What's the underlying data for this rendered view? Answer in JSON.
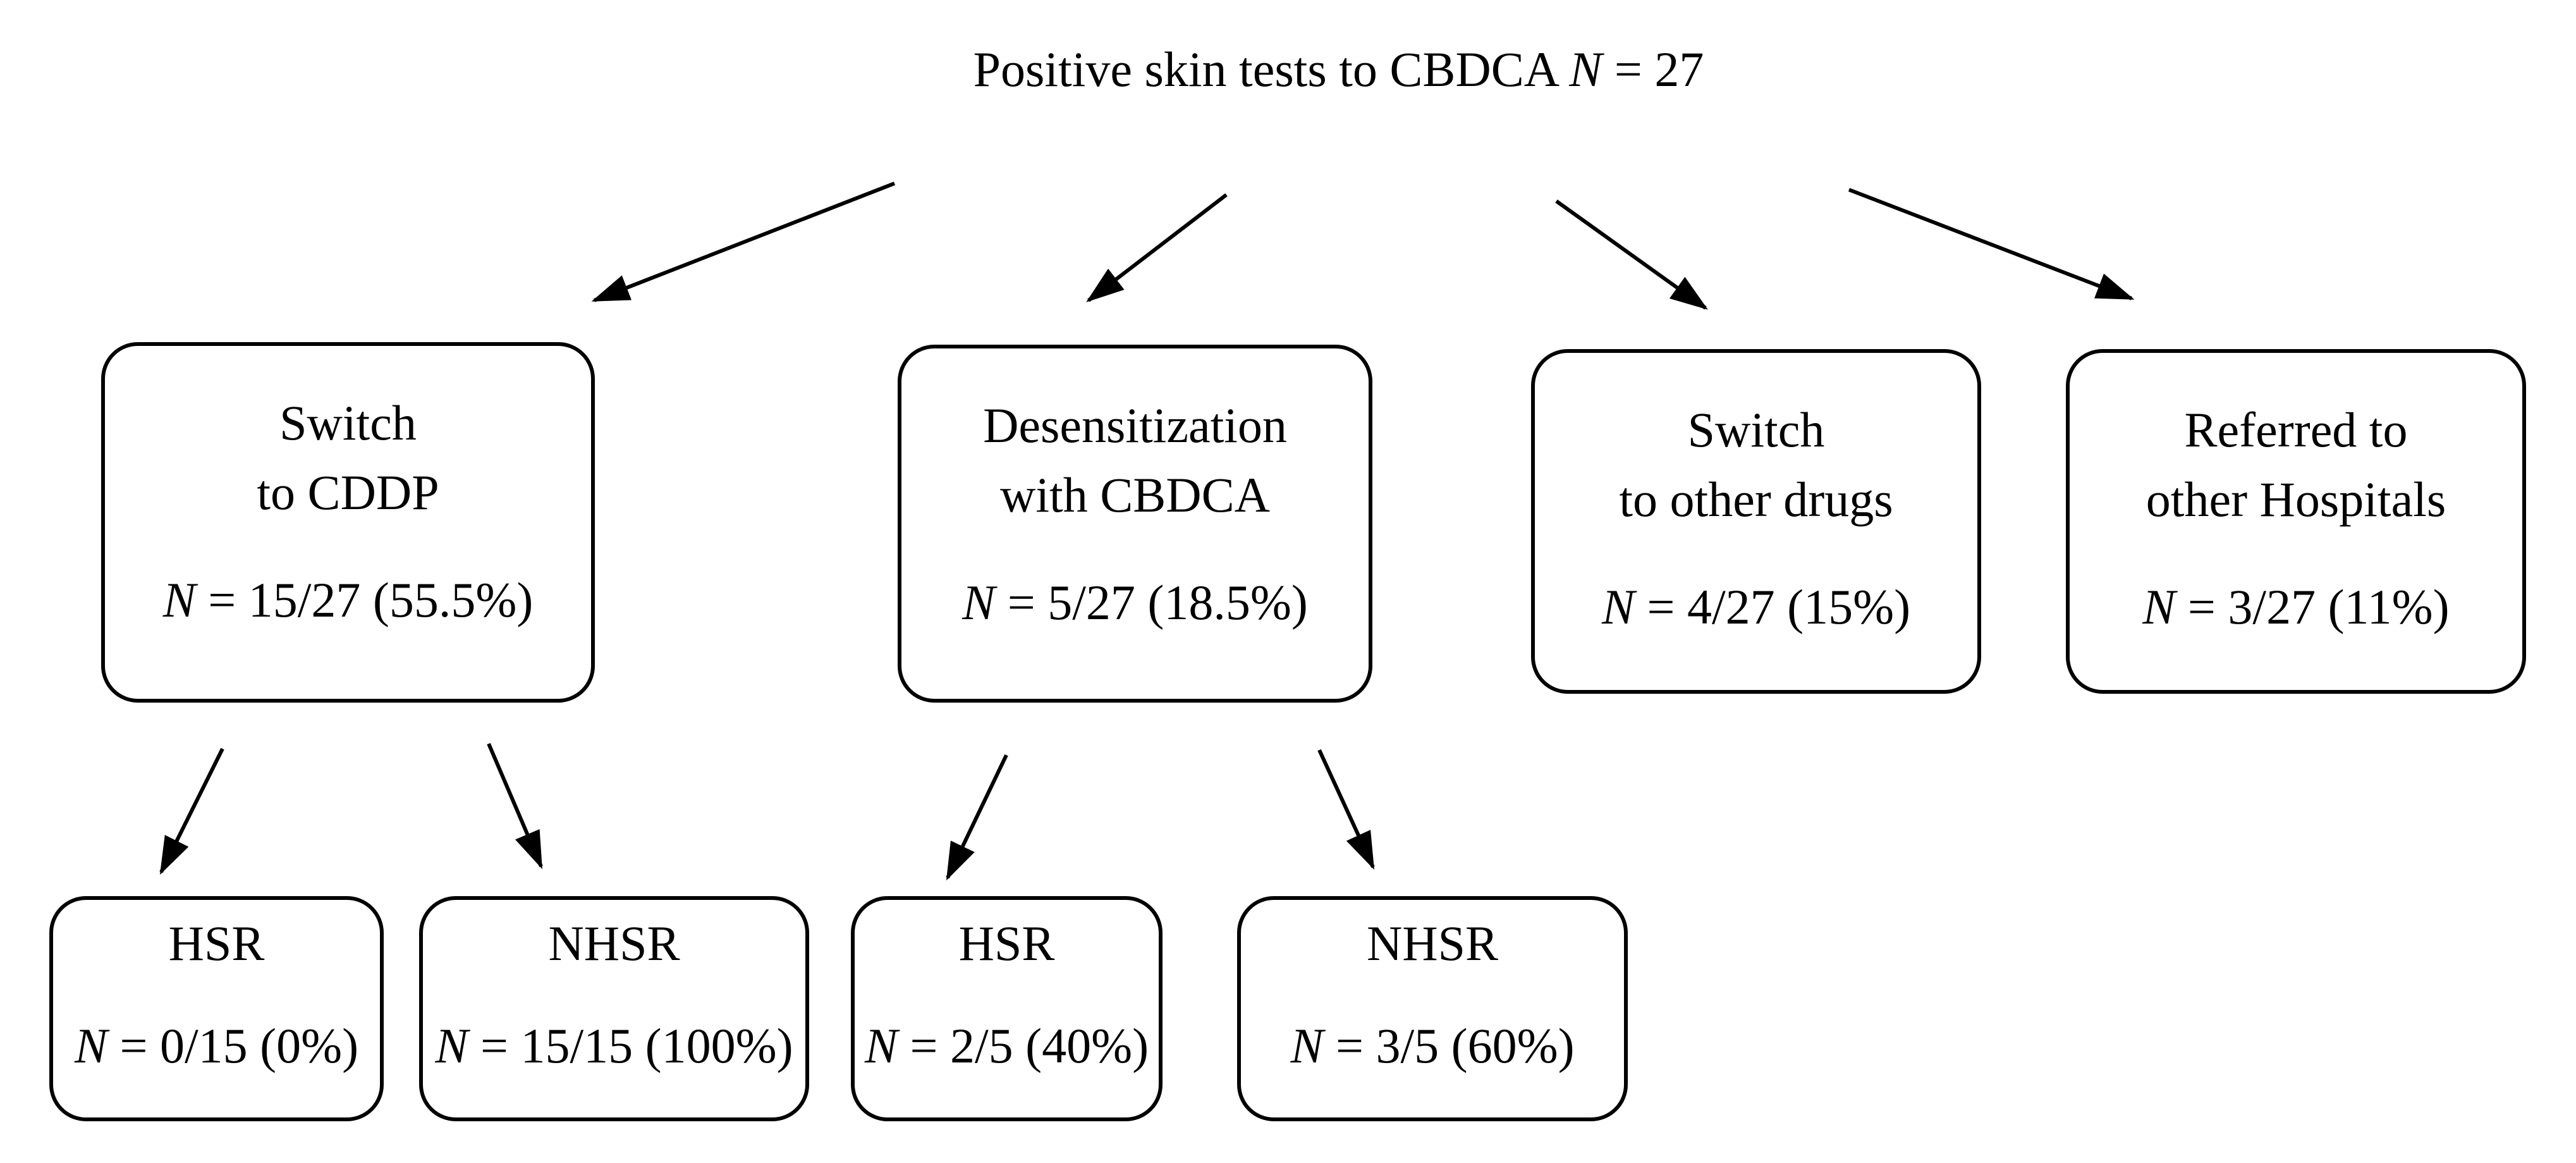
{
  "figure": {
    "title": {
      "prefix": "Positive skin tests to CBDCA",
      "n": "N",
      "suffix": "= 27"
    }
  },
  "colors": {
    "ink": "#000000",
    "background": "#ffffff"
  },
  "nodes": {
    "root": {
      "id": "positive-skin-tests-cbdca",
      "text": "Positive skin tests to CBDCA N = 27"
    },
    "level1": [
      {
        "id": "switch-to-cddp",
        "line1": "Switch",
        "line2": "to CDDP",
        "stat_n": "N",
        "stat_rest": " = 15/27 (55.5%)"
      },
      {
        "id": "desensitization-cbdca",
        "line1": "Desensitization",
        "line2": "with CBDCA",
        "stat_n": "N",
        "stat_rest": " = 5/27 (18.5%)"
      },
      {
        "id": "switch-to-other-drugs",
        "line1": "Switch",
        "line2": "to other drugs",
        "stat_n": "N",
        "stat_rest": " = 4/27 (15%)"
      },
      {
        "id": "referred-to-hospitals",
        "line1": "Referred to",
        "line2": "other Hospitals",
        "stat_n": "N",
        "stat_rest": " = 3/27 (11%)"
      }
    ],
    "level2": [
      {
        "id": "hsr-after-cddp",
        "label": "HSR",
        "stat_n": "N",
        "stat_rest": " = 0/15 (0%)"
      },
      {
        "id": "nhsr-after-cddp",
        "label": "NHSR",
        "stat_n": "N",
        "stat_rest": " = 15/15 (100%)"
      },
      {
        "id": "hsr-after-desens",
        "label": "HSR",
        "stat_n": "N",
        "stat_rest": " = 2/5 (40%)"
      },
      {
        "id": "nhsr-after-desens",
        "label": "NHSR",
        "stat_n": "N",
        "stat_rest": " = 3/5 (60%)"
      }
    ],
    "edges": [
      {
        "from": "positive-skin-tests-cbdca",
        "to": "switch-to-cddp"
      },
      {
        "from": "positive-skin-tests-cbdca",
        "to": "desensitization-cbdca"
      },
      {
        "from": "positive-skin-tests-cbdca",
        "to": "switch-to-other-drugs"
      },
      {
        "from": "positive-skin-tests-cbdca",
        "to": "referred-to-hospitals"
      },
      {
        "from": "switch-to-cddp",
        "to": "hsr-after-cddp"
      },
      {
        "from": "switch-to-cddp",
        "to": "nhsr-after-cddp"
      },
      {
        "from": "desensitization-cbdca",
        "to": "hsr-after-desens"
      },
      {
        "from": "desensitization-cbdca",
        "to": "nhsr-after-desens"
      }
    ]
  }
}
